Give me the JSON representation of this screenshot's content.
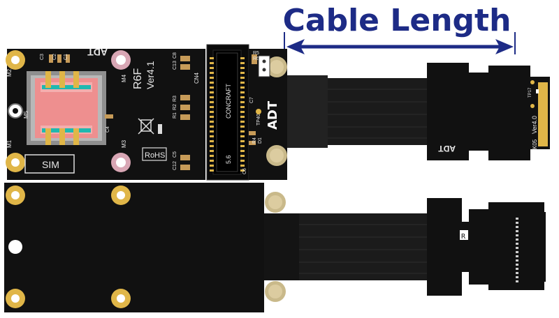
{
  "heading": {
    "text": "Cable Length"
  },
  "board_top": {
    "brand": "ADT",
    "model": "R6F",
    "version": "Ver4.1",
    "connector": "CONCRAFT",
    "connector_ref": "CN4",
    "sim_label": "SIM",
    "rohs": "RoHS",
    "mount_labels": [
      "M2",
      "M1",
      "M4",
      "M3",
      "M5"
    ],
    "part_labels": [
      "C3",
      "C2",
      "C1",
      "C4",
      "C8",
      "C13",
      "R3",
      "R2",
      "R1",
      "C5",
      "C12",
      "R5",
      "R6",
      "C6",
      "C7",
      "R4",
      "D1",
      "TP40",
      "5.6"
    ]
  },
  "cable_end": {
    "brand": "ADT",
    "version": "Ver4.0",
    "code": "K05",
    "tp_label": "TP17"
  },
  "board_bottom": {
    "label": "R"
  },
  "colors": {
    "pcb": "#111111",
    "ribbon": "#1b1b1b",
    "gold": "#e0b648",
    "sim_pink": "#ee8f8f",
    "arrow": "#1d2b86"
  }
}
